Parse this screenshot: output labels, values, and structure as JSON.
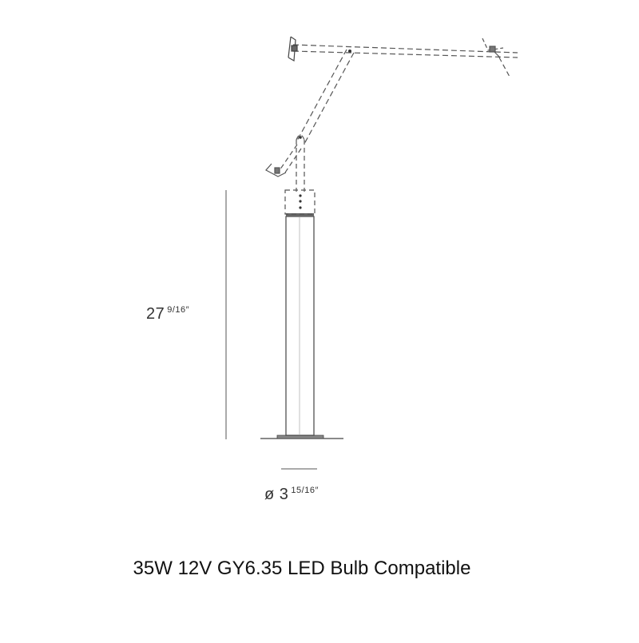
{
  "dimensions": {
    "height": {
      "whole": "27",
      "fraction": "9/16",
      "unit": "″"
    },
    "diameter": {
      "symbol": "ø",
      "whole": "3",
      "fraction": "15/16",
      "unit": "″"
    }
  },
  "caption": "35W 12V GY6.35 LED Bulb Compatible",
  "colors": {
    "line": "#444444",
    "dashed": "#555555",
    "text": "#333333"
  }
}
